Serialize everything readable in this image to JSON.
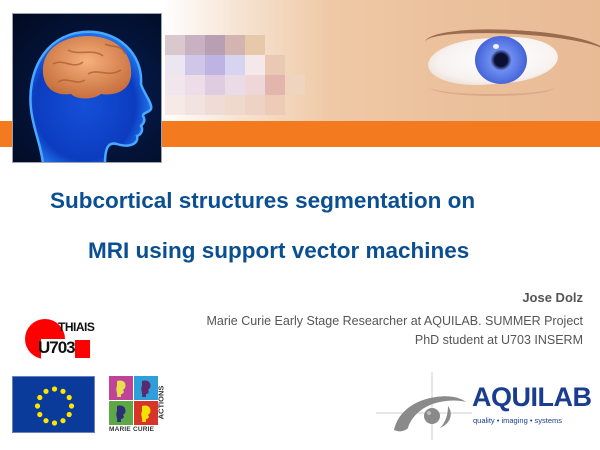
{
  "slide": {
    "title_line1": "Subcortical structures segmentation on",
    "title_line2": "MRI using support vector machines",
    "author": "Jose Dolz",
    "affiliation_line1": "Marie Curie Early Stage Researcher at AQUILAB. SUMMER Project",
    "affiliation_line2": "PhD student at U703 INSERM"
  },
  "header": {
    "images": [
      "brain-head-image",
      "eye-closeup-image"
    ],
    "band_color": "#F47A20"
  },
  "logos": {
    "u703": {
      "top": "THIAIS",
      "bottom": "U703",
      "color": "#FF0000"
    },
    "eu_flag": {
      "color": "#0A3A9A",
      "star_color": "#FFE600",
      "stars": 12
    },
    "marie_curie": {
      "bottom_text": "MARIE CURIE",
      "side_text": "ACTIONS",
      "tile_colors": [
        "#C0439A",
        "#2E9FD8",
        "#5DA744",
        "#D8342A"
      ]
    },
    "aquilab": {
      "name": "AQUILAB",
      "tagline": "quality • imaging • systems",
      "color": "#1A3D8F"
    }
  },
  "colors": {
    "title": "#0B4F93",
    "body_text": "#555555",
    "accent": "#F47A20"
  }
}
